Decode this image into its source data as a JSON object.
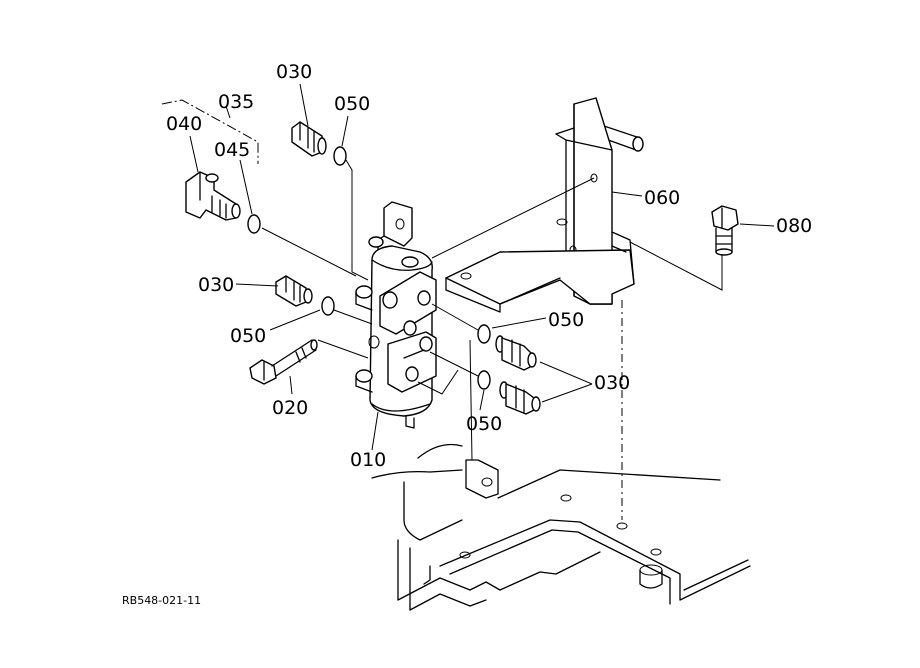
{
  "labels": {
    "p010": "010",
    "p020": "020",
    "p030_top": "030",
    "p030_left": "030",
    "p030_right": "030",
    "p035": "035",
    "p040": "040",
    "p045": "045",
    "p050_top": "050",
    "p050_left": "050",
    "p050_right_upper": "050",
    "p050_right_lower": "050",
    "p060": "060",
    "p080": "080"
  },
  "drawing_code": "RB548-021-11"
}
